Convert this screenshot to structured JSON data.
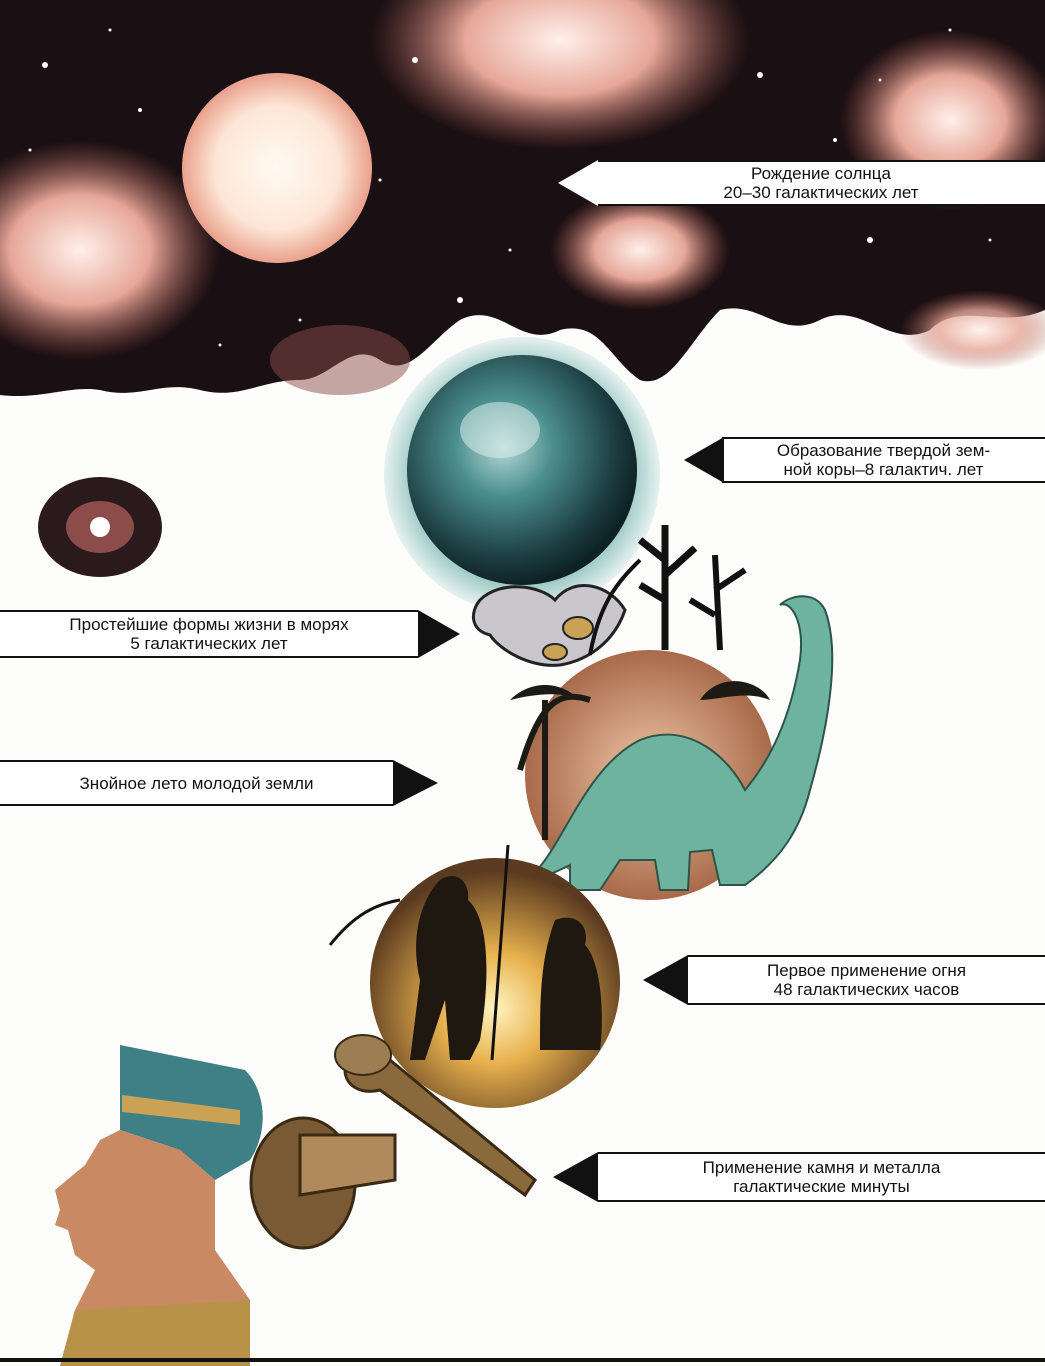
{
  "labels": {
    "sun_birth": {
      "line1": "Рождение солнца",
      "line2": "20–30 галактических лет"
    },
    "crust": {
      "line1": "Образование твердой зем-",
      "line2": "ной коры–8 галактич. лет"
    },
    "simple_life": {
      "line1": "Простейшие формы жизни в морях",
      "line2": "5 галактических лет"
    },
    "hot_summer": {
      "line1": "Знойное лето молодой земли"
    },
    "fire": {
      "line1": "Первое применение огня",
      "line2": "48 галактических часов"
    },
    "stone_metal": {
      "line1": "Применение камня и металла",
      "line2": "галактические минуты"
    }
  },
  "colors": {
    "space_dark": "#1a0f12",
    "nebula_pink": "#e8a99a",
    "sun_core": "#fff4ea",
    "planet_teal": "#3e7d7f",
    "dinosaur_green": "#6db3a0",
    "fire_orange": "#f2c46b",
    "bronze": "#8a6a3c",
    "headdress_teal": "#3f7f86",
    "skin": "#c98a63"
  },
  "icons": [
    "sun-illustration",
    "planet-illustration",
    "primitive-life-illustration",
    "dinosaur-illustration",
    "fire-people-illustration",
    "tools-illustration",
    "nefertiti-bust-illustration"
  ]
}
